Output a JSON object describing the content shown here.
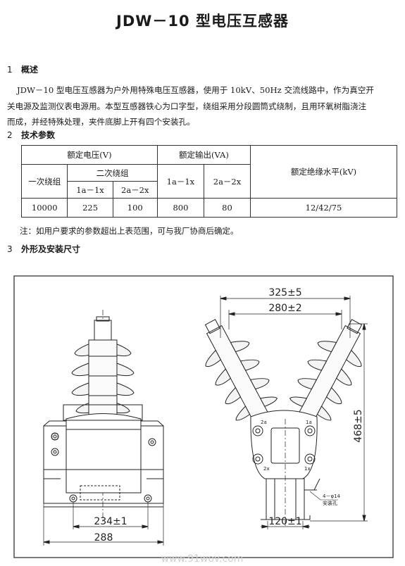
{
  "title": "JDW－10 型电压互感器",
  "sections": [
    {
      "num": "1",
      "heading": "概述"
    },
    {
      "num": "2",
      "heading": "技术参数"
    },
    {
      "num": "3",
      "heading": "外形及安装尺寸"
    }
  ],
  "overview": {
    "line1": "JDW－10 型电压互感器为户外用特殊电压互感器，使用于 10kV、50Hz 交流线路中，作为真空开",
    "line2": "关电源及监测仪表电源用。本型互感器铁心为口字型，绕组采用分段圆筒式绕制，且用环氧树脂浇注",
    "line3": "而成，并经特殊处理，夹件底脚上开有四个安装孔。"
  },
  "table": {
    "rated_voltage": "额定电压(V)",
    "rated_output": "额定输出(VA)",
    "insulation": "额定绝缘水平(kV)",
    "primary": "一次绕组",
    "secondary": "二次绕组",
    "col_1a1x": "1a－1x",
    "col_2a2x": "2a－2x",
    "col_out_1a1x": "1a－1x",
    "col_out_2a2x": "2a－2x",
    "row": [
      "10000",
      "225",
      "100",
      "800",
      "80",
      "12/42/75"
    ]
  },
  "note": "注：如用户要求的参数超出上表范围，可与我厂协商后确定。",
  "drawing": {
    "dim_325": "325±5",
    "dim_280": "280±2",
    "dim_468": "468±5",
    "dim_234": "234±1",
    "dim_288": "288",
    "dim_120": "120±1",
    "hole_label": "4－φ14",
    "hole_label2": "安装孔",
    "term_2a": "2a",
    "term_1a": "1a",
    "term_2x": "2x",
    "term_1x": "1x"
  },
  "watermark": "www.91wov.com"
}
